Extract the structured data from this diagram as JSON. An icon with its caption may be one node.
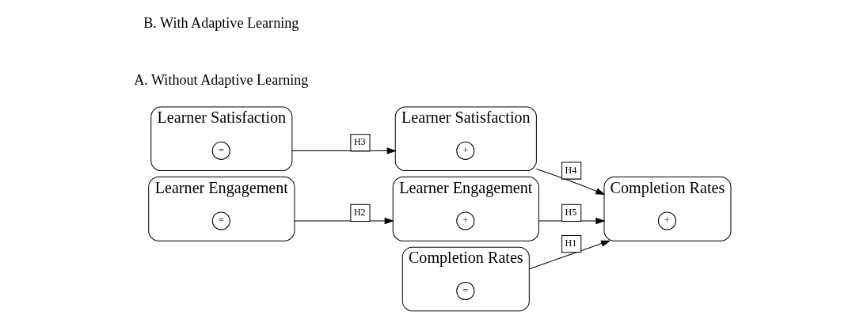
{
  "diagram": {
    "nodes": [
      {
        "text": [
          "Learner Satisfaction"
        ]
      },
      {
        "text": [
          "="
        ],
        "in": 0
      },
      {
        "text": [
          "Learner Engagement"
        ]
      },
      {
        "text": [
          "="
        ],
        "in": 2
      },
      {
        "text": [
          "Learner Satisfaction"
        ]
      },
      {
        "text": [
          "+"
        ],
        "in": 4
      },
      {
        "text": [
          "Learner Engagement"
        ]
      },
      {
        "text": [
          "+"
        ],
        "in": 6
      },
      {
        "text": [
          "Completion Rates"
        ]
      },
      {
        "text": [
          "="
        ],
        "in": 8
      },
      {
        "text": [
          "Completion Rates"
        ]
      },
      {
        "text": [
          "+"
        ],
        "in": 10
      }
    ],
    "edges": [
      {
        "from": 2,
        "to": 6,
        "arrow": "to",
        "label": "H2"
      },
      {
        "from": 0,
        "to": 4,
        "arrow": "to",
        "label": "H3"
      },
      {
        "from": 8,
        "to": 10,
        "arrow": "to",
        "label": "H1"
      },
      {
        "from": 4,
        "to": 10,
        "arrow": "to",
        "label": "H4"
      },
      {
        "from": 6,
        "to": 10,
        "arrow": "to",
        "label": "H5"
      }
    ],
    "labels": [
      "A. Without Adaptive Learning",
      "B. With Adaptive Learning"
    ]
  }
}
